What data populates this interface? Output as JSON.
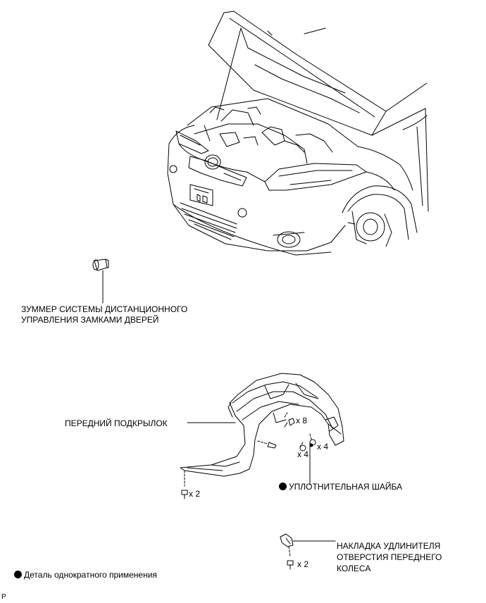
{
  "labels": {
    "buzzer_line1": "ЗУММЕР СИСТЕМЫ ДИСТАНЦИОННОГО",
    "buzzer_line2": "УПРАВЛЕНИЯ ЗАМКАМИ ДВЕРЕЙ",
    "liner": "ПЕРЕДНИЙ ПОДКРЫЛОК",
    "washer": "УПЛОТНИТЕЛЬНАЯ ШАЙБА",
    "cover_line1": "НАКЛАДКА УДЛИНИТЕЛЯ",
    "cover_line2": "ОТВЕРСТИЯ ПЕРЕДНЕГО",
    "cover_line3": "КОЛЕСА",
    "legend": "Деталь однократного применения",
    "corner_code": "P"
  },
  "quantities": {
    "clips_upper": "x 8",
    "washer_right": "x 4",
    "washer_left": "x 4",
    "bolt_left": "x 2",
    "cover_screw": "x 2"
  }
}
